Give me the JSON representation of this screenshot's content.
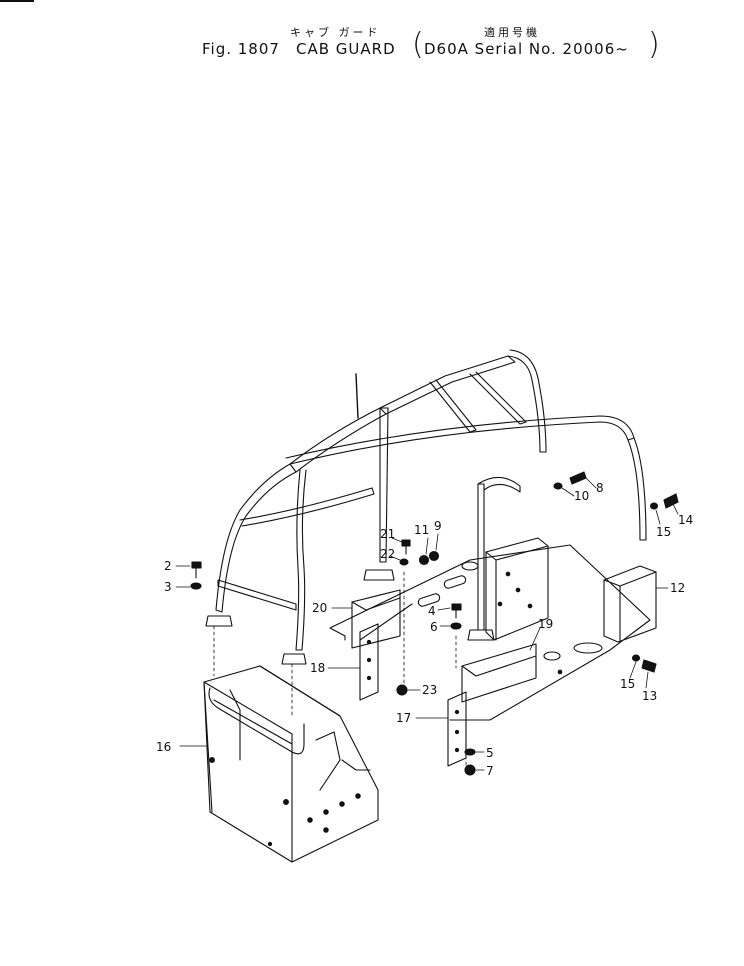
{
  "header": {
    "jp_title": "キャブ ガード",
    "jp_applicable": "適用号機",
    "fig_label": "Fig. 1807",
    "title": "CAB GUARD",
    "serial": "D60A Serial No. 20006~"
  },
  "diagram": {
    "labels": [
      "2",
      "3",
      "4",
      "5",
      "6",
      "7",
      "8",
      "9",
      "10",
      "11",
      "12",
      "13",
      "14",
      "15",
      "15",
      "16",
      "17",
      "18",
      "19",
      "20",
      "21",
      "22",
      "23"
    ]
  }
}
